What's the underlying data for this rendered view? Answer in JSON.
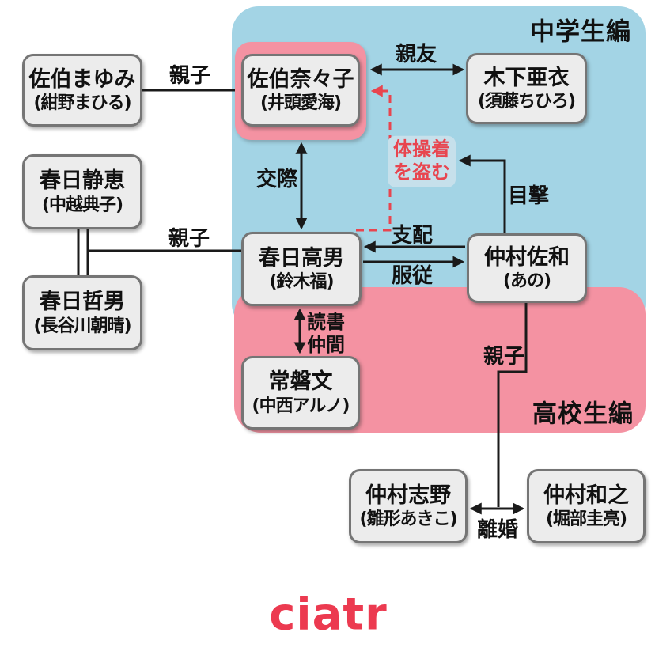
{
  "sections": {
    "middle_school": "中学生編",
    "high_school": "高校生編"
  },
  "characters": [
    {
      "id": "saeki-mayumi",
      "name": "佐伯まゆみ",
      "actor": "(紺野まひる)"
    },
    {
      "id": "saeki-nanako",
      "name": "佐伯奈々子",
      "actor": "(井頭愛海)"
    },
    {
      "id": "kinoshita-ai",
      "name": "木下亜衣",
      "actor": "(須藤ちひろ)"
    },
    {
      "id": "kasuga-shizue",
      "name": "春日静恵",
      "actor": "(中越典子)"
    },
    {
      "id": "kasuga-tetsuo",
      "name": "春日哲男",
      "actor": "(長谷川朝晴)"
    },
    {
      "id": "kasuga-takao",
      "name": "春日高男",
      "actor": "(鈴木福)"
    },
    {
      "id": "nakamura-sawa",
      "name": "仲村佐和",
      "actor": "(あの)"
    },
    {
      "id": "tokiwa-fumi",
      "name": "常磐文",
      "actor": "(中西アルノ)"
    },
    {
      "id": "nakamura-shino",
      "name": "仲村志野",
      "actor": "(雛形あきこ)"
    },
    {
      "id": "nakamura-kazuyuki",
      "name": "仲村和之",
      "actor": "(堀部圭亮)"
    }
  ],
  "relations": {
    "oyako_saeki": "親子",
    "shinyu": "親友",
    "kousai": "交際",
    "taisougi_line1": "体操着",
    "taisougi_line2": "を盗む",
    "mokugeki": "目撃",
    "shihai": "支配",
    "fukujuu": "服従",
    "dokusho_line1": "読書",
    "dokusho_line2": "仲間",
    "oyako_kasuga": "親子",
    "oyako_nakamura": "親子",
    "rikon": "離婚"
  },
  "logo": {
    "text": "ciatr"
  },
  "colors": {
    "region_blue": "#a3d4e5",
    "region_pink": "#f492a2",
    "box_fill": "#ececec",
    "box_border": "#757575",
    "line_black": "#1a1a1a",
    "accent_red": "#e8454f",
    "logo_red": "#ec3a50"
  }
}
